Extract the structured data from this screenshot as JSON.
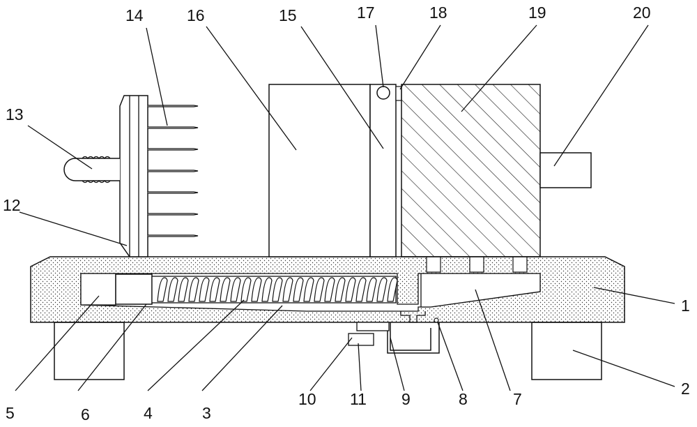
{
  "diagram": {
    "labels": [
      {
        "id": "1",
        "text": "1"
      },
      {
        "id": "2",
        "text": "2"
      },
      {
        "id": "3",
        "text": "3"
      },
      {
        "id": "4",
        "text": "4"
      },
      {
        "id": "5",
        "text": "5"
      },
      {
        "id": "6",
        "text": "6"
      },
      {
        "id": "7",
        "text": "7"
      },
      {
        "id": "8",
        "text": "8"
      },
      {
        "id": "9",
        "text": "9"
      },
      {
        "id": "10",
        "text": "10"
      },
      {
        "id": "11",
        "text": "11"
      },
      {
        "id": "12",
        "text": "12"
      },
      {
        "id": "13",
        "text": "13"
      },
      {
        "id": "14",
        "text": "14"
      },
      {
        "id": "15",
        "text": "15"
      },
      {
        "id": "16",
        "text": "16"
      },
      {
        "id": "17",
        "text": "17"
      },
      {
        "id": "18",
        "text": "18"
      },
      {
        "id": "19",
        "text": "19"
      },
      {
        "id": "20",
        "text": "20"
      }
    ]
  }
}
